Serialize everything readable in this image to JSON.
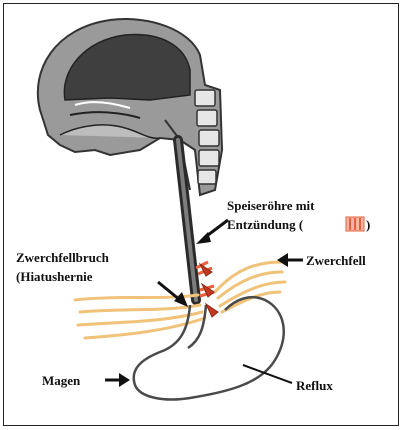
{
  "labels": {
    "speiseroehre_line1": "Speiseröhre mit",
    "speiseroehre_line2": "Entzündung (",
    "speiseroehre_line2_end": ")",
    "zwerchfellbruch_line1": "Zwerchfellbruch",
    "zwerchfellbruch_line2": "(Hiatushernie",
    "zwerchfell": "Zwerchfell",
    "magen": "Magen",
    "reflux": "Reflux"
  },
  "colors": {
    "inflammation": "#e8603c",
    "diaphragm": "#f0c27a",
    "outline": "#3a3a3a",
    "head_fill": "#9a9a9a",
    "head_dark": "#4a4a4a"
  }
}
